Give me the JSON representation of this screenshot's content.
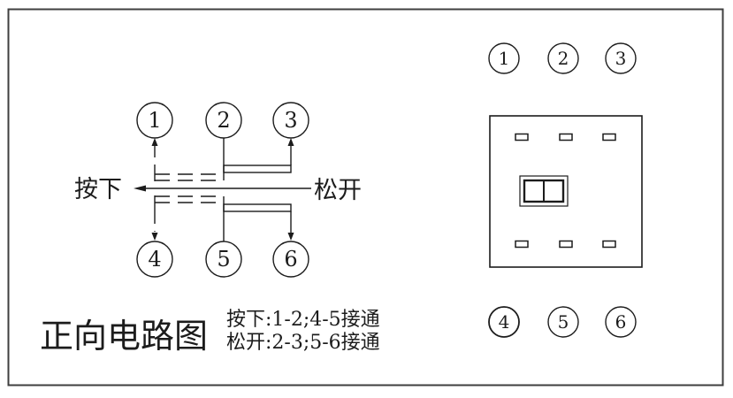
{
  "schematic": {
    "pins": [
      "1",
      "2",
      "3",
      "4",
      "5",
      "6"
    ],
    "press_label": "按下",
    "release_label": "松开"
  },
  "layout": {
    "pins": [
      "1",
      "2",
      "3",
      "4",
      "5",
      "6"
    ]
  },
  "caption": {
    "title": "正向电路图",
    "note_line1": "按下:1-2;4-5接通",
    "note_line2": "松开:2-3;5-6接通"
  },
  "colors": {
    "line": "#1c1c1c",
    "frame": "#3f3f3f",
    "background": "#ffffff"
  }
}
